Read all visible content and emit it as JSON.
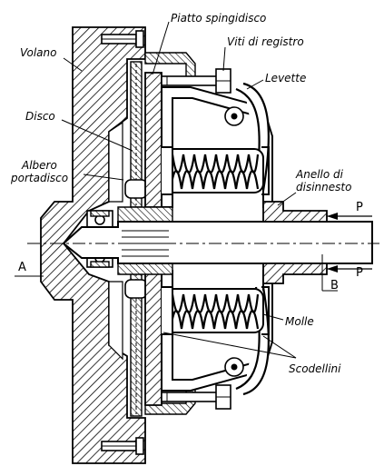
{
  "labels": {
    "volano": "Volano",
    "piatto_spingidisco": "Piatto spingidisco",
    "viti_di_registro": "Viti di registro",
    "levette": "Levette",
    "disco": "Disco",
    "albero_portadisco_line1": "Albero",
    "albero_portadisco_line2": "portadisco",
    "anello_di_disinnesto_line1": "Anello di",
    "anello_di_disinnesto_line2": "disinnesto",
    "molle": "Molle",
    "scodellini": "Scodellini",
    "a": "A",
    "b": "B",
    "p_top": "P",
    "p_bottom": "P"
  }
}
